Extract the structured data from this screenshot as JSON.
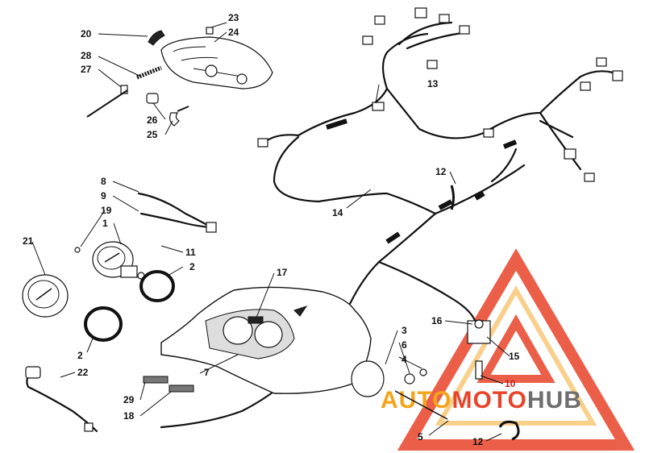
{
  "diagram": {
    "callouts": [
      {
        "id": "c20",
        "text": "20"
      },
      {
        "id": "c23",
        "text": "23"
      },
      {
        "id": "c24",
        "text": "24"
      },
      {
        "id": "c28",
        "text": "28"
      },
      {
        "id": "c27",
        "text": "27"
      },
      {
        "id": "c26",
        "text": "26"
      },
      {
        "id": "c25",
        "text": "25"
      },
      {
        "id": "c13",
        "text": "13"
      },
      {
        "id": "c12a",
        "text": "12"
      },
      {
        "id": "c14",
        "text": "14"
      },
      {
        "id": "c8",
        "text": "8"
      },
      {
        "id": "c9",
        "text": "9"
      },
      {
        "id": "c19",
        "text": "19"
      },
      {
        "id": "c1",
        "text": "1"
      },
      {
        "id": "c11",
        "text": "11"
      },
      {
        "id": "c2a",
        "text": "2"
      },
      {
        "id": "c21",
        "text": "21"
      },
      {
        "id": "c17",
        "text": "17"
      },
      {
        "id": "c2b",
        "text": "2"
      },
      {
        "id": "c22",
        "text": "22"
      },
      {
        "id": "c7",
        "text": "7"
      },
      {
        "id": "c29",
        "text": "29"
      },
      {
        "id": "c18",
        "text": "18"
      },
      {
        "id": "c3",
        "text": "3"
      },
      {
        "id": "c6",
        "text": "6"
      },
      {
        "id": "c4",
        "text": "4"
      },
      {
        "id": "c16",
        "text": "16"
      },
      {
        "id": "c15",
        "text": "15"
      },
      {
        "id": "c10",
        "text": "10"
      },
      {
        "id": "c5",
        "text": "5"
      },
      {
        "id": "c12b",
        "text": "12"
      }
    ]
  },
  "watermark": {
    "part1": "AUTO",
    "part2": "MOTO",
    "part3": "HUB",
    "colors": {
      "orange": "#f4a41c",
      "red": "#e8442a",
      "gray": "#6e6e6e"
    }
  }
}
